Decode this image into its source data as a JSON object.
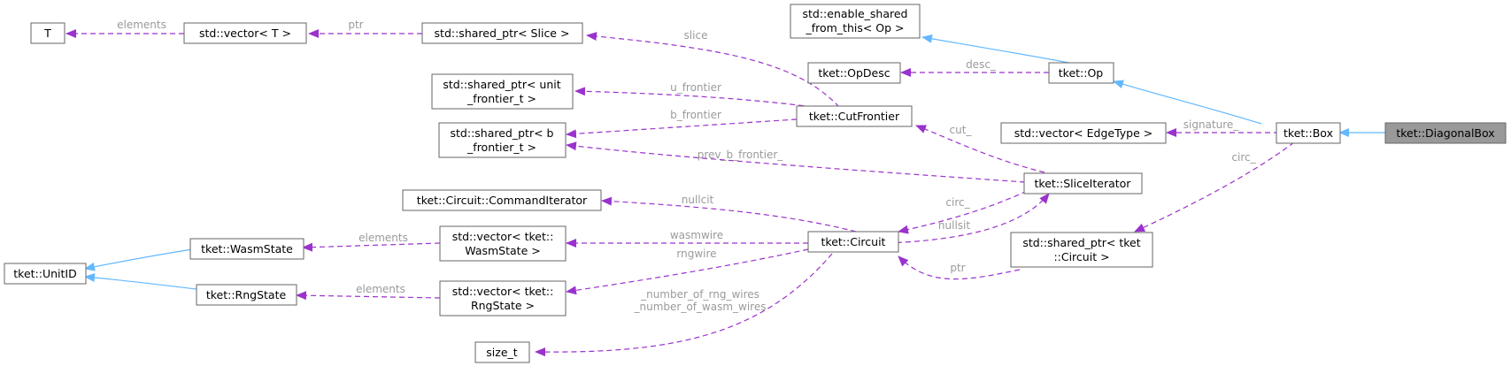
{
  "diagram": {
    "nodes": {
      "diagonalbox": [
        "tket::DiagonalBox"
      ],
      "box": [
        "tket::Box"
      ],
      "op": [
        "tket::Op"
      ],
      "enable_shared": [
        "std::enable_shared",
        "_from_this< Op >"
      ],
      "opdesc": [
        "tket::OpDesc"
      ],
      "vector_edgetype": [
        "std::vector< EdgeType >"
      ],
      "shared_ptr_circuit": [
        "std::shared_ptr< tket",
        "::Circuit >"
      ],
      "circuit": [
        "tket::Circuit"
      ],
      "sliceiterator": [
        "tket::SliceIterator"
      ],
      "cutfrontier": [
        "tket::CutFrontier"
      ],
      "shared_ptr_slice": [
        "std::shared_ptr< Slice >"
      ],
      "vector_t": [
        "std::vector< T >"
      ],
      "t": [
        "T"
      ],
      "shared_ptr_unit_frontier": [
        "std::shared_ptr< unit",
        "_frontier_t >"
      ],
      "shared_ptr_b_frontier": [
        "std::shared_ptr< b",
        "_frontier_t >"
      ],
      "commanditerator": [
        "tket::Circuit::CommandIterator"
      ],
      "vector_wasmstate": [
        "std::vector< tket::",
        "WasmState >"
      ],
      "vector_rngstate": [
        "std::vector< tket::",
        "RngState >"
      ],
      "wasmstate": [
        "tket::WasmState"
      ],
      "rngstate": [
        "tket::RngState"
      ],
      "unitid": [
        "tket::UnitID"
      ],
      "size_t": [
        "size_t"
      ]
    },
    "edge_labels": {
      "desc": [
        "desc_"
      ],
      "signature": [
        "signature_"
      ],
      "circ_box": [
        "circ_"
      ],
      "ptr_circuit": [
        "ptr"
      ],
      "circ_slice": [
        "circ_"
      ],
      "nullsit": [
        "nullsit"
      ],
      "cut": [
        "cut_"
      ],
      "slice": [
        "slice"
      ],
      "ptr_slice": [
        "ptr"
      ],
      "elements_t": [
        "elements"
      ],
      "u_frontier": [
        "u_frontier"
      ],
      "b_frontier": [
        "b_frontier"
      ],
      "prev_b_frontier": [
        "prev_b_frontier_"
      ],
      "nullcit": [
        "nullcit"
      ],
      "wasmwire": [
        "wasmwire"
      ],
      "rngwire": [
        "rngwire"
      ],
      "size_wires": [
        "_number_of_rng_wires",
        "_number_of_wasm_wires"
      ],
      "elements_wasm": [
        "elements"
      ],
      "elements_rng": [
        "elements"
      ]
    }
  }
}
